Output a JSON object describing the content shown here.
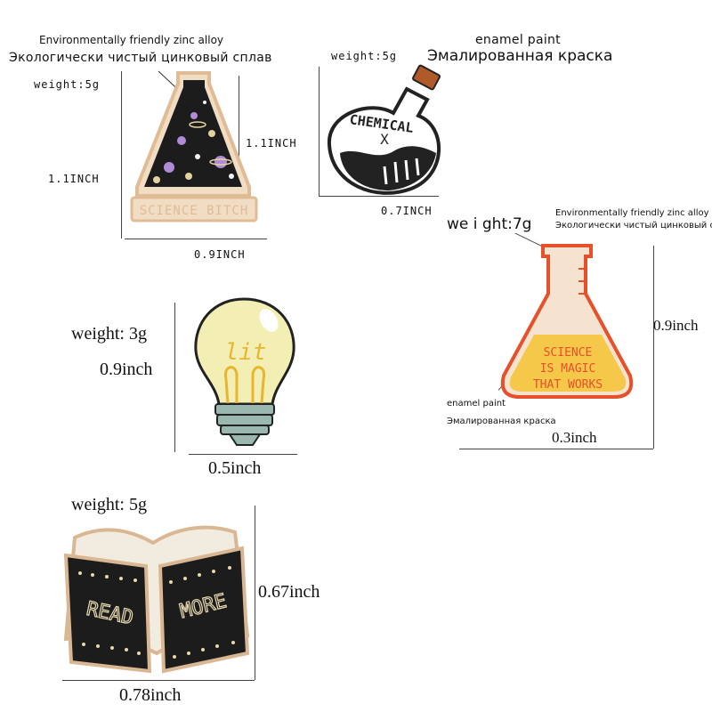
{
  "pins": {
    "science_flask": {
      "material_en": "Environmentally friendly zinc alloy",
      "material_ru": "Экологически чистый цинковый сплав",
      "weight": "weight:5g",
      "height": "1.1INCH",
      "height_right": "1.1INCH",
      "width": "0.9INCH",
      "pin_text": "SCIENCE BITCH"
    },
    "chemical_bottle": {
      "weight": "weight:5g",
      "paint_en": "enamel paint",
      "paint_ru": "Эмалированная краска",
      "width": "0.7INCH",
      "pin_text_top": "CHEMICAL",
      "pin_text_x": "X"
    },
    "magic_flask": {
      "weight": "we i ght:7g",
      "material_en": "Environmentally friendly zinc alloy",
      "material_ru": "Экологически чистый цинковый сплав",
      "height": "0.9inch",
      "paint_en": "enamel paint",
      "paint_ru": "Эмалированная краска",
      "width": "0.3inch",
      "pin_text_1": "SCIENCE",
      "pin_text_2": "IS MAGIC",
      "pin_text_3": "THAT WORKS"
    },
    "lit_bulb": {
      "weight": "weight: 3g",
      "height": "0.9inch",
      "width": "0.5inch",
      "pin_text": "lit"
    },
    "read_more_book": {
      "weight": "weight: 5g",
      "height": "0.67inch",
      "width": "0.78inch",
      "pin_text_left": "READ",
      "pin_text_right": "MORE"
    }
  },
  "colors": {
    "gold_outline": "#e8c7a3",
    "enamel_black": "#1c1c1c",
    "flask_orange": "#e6502b",
    "flask_yellow": "#f6c84a",
    "bulb_yellow": "#f3efb4",
    "bulb_base": "#9ab8b0",
    "book_pages": "#f2ece0"
  }
}
